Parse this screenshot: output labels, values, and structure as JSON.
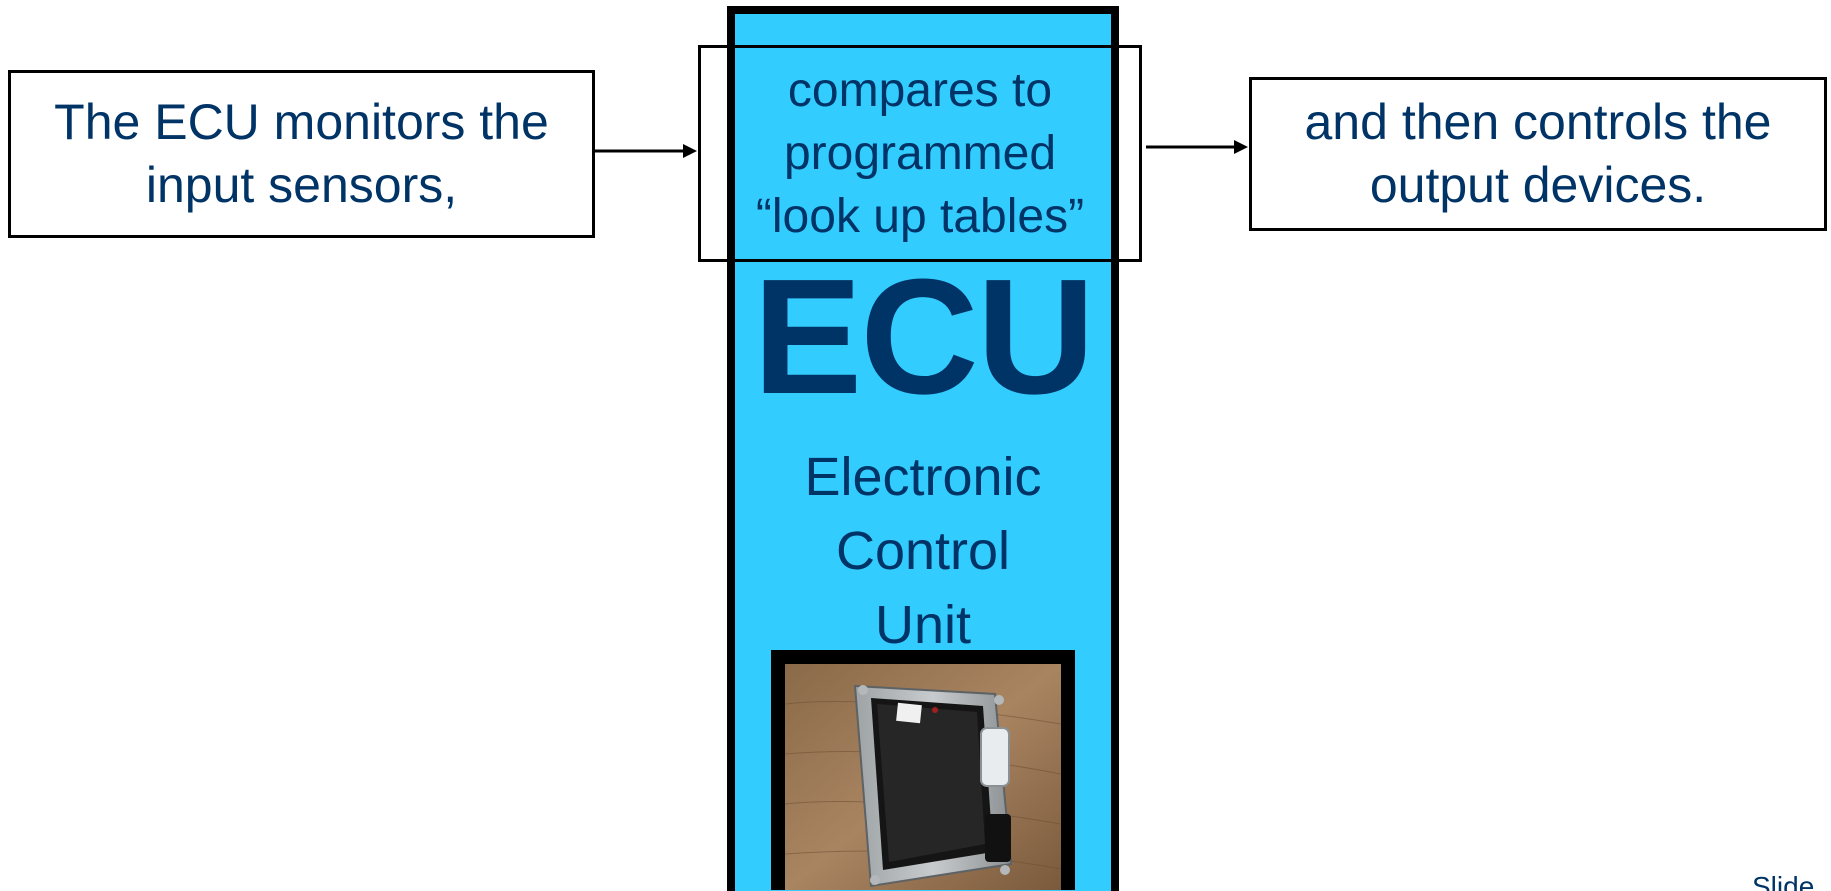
{
  "flow": {
    "input_text": [
      "The ECU monitors the",
      "input sensors,"
    ],
    "compare_text": [
      "compares to",
      "programmed",
      "“look up tables”"
    ],
    "output_text": [
      "and then controls the",
      "output devices."
    ]
  },
  "ecu": {
    "title": "ECU",
    "subtitle": [
      "Electronic",
      "Control",
      "Unit"
    ]
  },
  "footer": {
    "slide_label": "Slide"
  },
  "colors": {
    "text": "#003366",
    "column_fill": "#33ccff",
    "border": "#000000"
  }
}
